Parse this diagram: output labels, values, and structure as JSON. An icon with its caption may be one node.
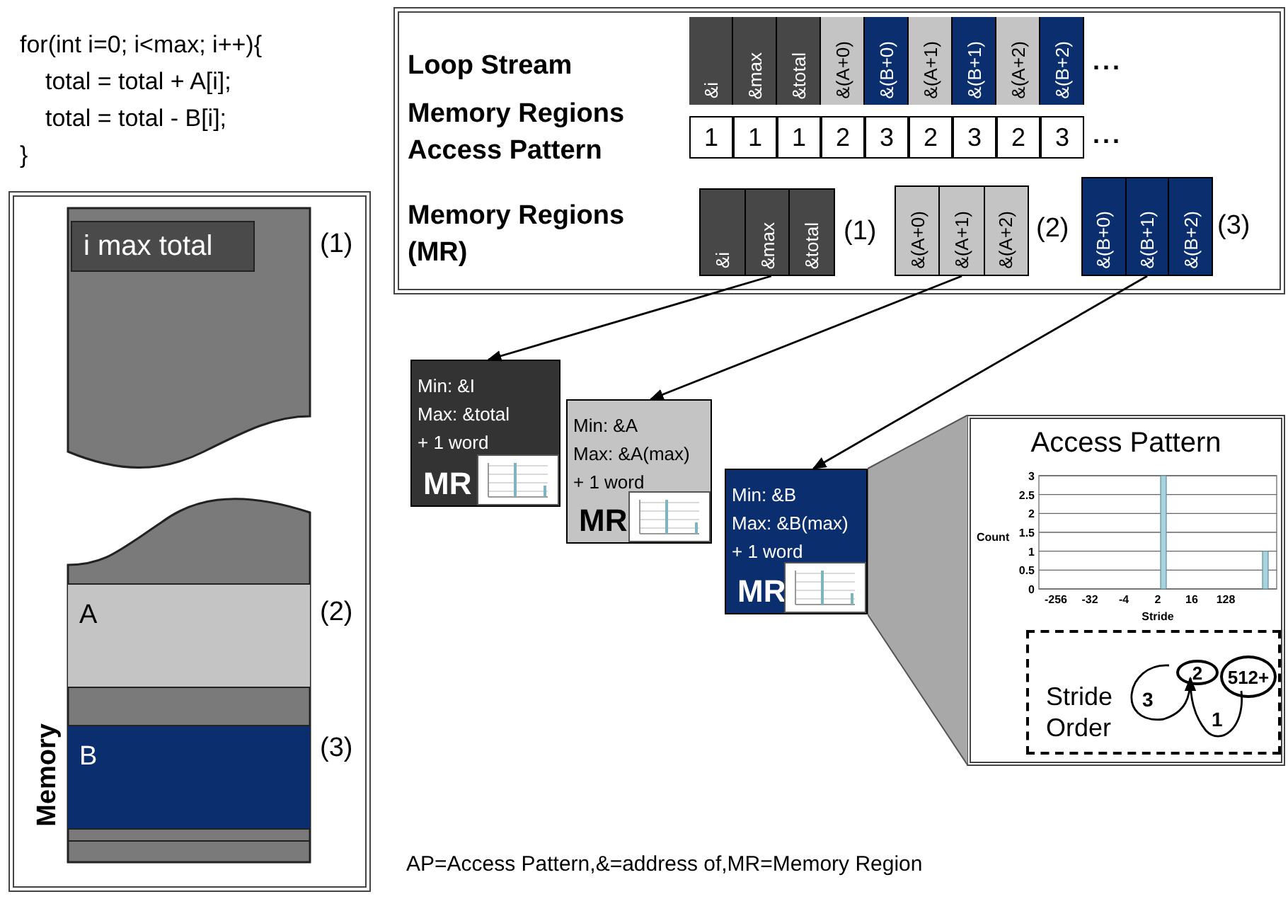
{
  "diagram": {
    "caption": "AP=Access Pattern,&=address of,MR=Memory Region",
    "nodes": [
      {
        "text": [
          "Memory"
        ]
      },
      {
        "text": [
          "i max total"
        ],
        "in": 0,
        "beside": [
          "(1)"
        ]
      },
      {
        "text": [
          "A"
        ],
        "in": 0,
        "beside": [
          "(2)"
        ]
      },
      {
        "text": [
          "B"
        ],
        "in": 0,
        "beside": [
          "(3)"
        ]
      },
      {
        "text": [
          "&i",
          "&max",
          "&total"
        ],
        "beside": [
          "(1)"
        ]
      },
      {
        "text": [
          "&(A+0)",
          "&(A+1)",
          "&(A+2)"
        ],
        "beside": [
          "(2)"
        ]
      },
      {
        "text": [
          "&(B+0)",
          "&(B+1)",
          "&(B+2)"
        ],
        "beside": [
          "(3)"
        ]
      },
      {
        "text": [
          "Min: &I",
          "Max: &total",
          "+ 1 word",
          "MR"
        ]
      },
      {
        "text": [
          "Min: &A",
          "Max: &A(max)",
          "+ 1 word",
          "MR"
        ]
      },
      {
        "text": [
          "Min: &B",
          "Max: &B(max)",
          "+ 1 word",
          "MR"
        ]
      },
      {
        "text": [
          "Access Pattern"
        ]
      },
      {
        "text": [
          "Stride Order"
        ],
        "in": 10
      },
      {
        "text": [
          "2"
        ],
        "in": 11
      },
      {
        "text": [
          "512+"
        ],
        "in": 11
      },
      {
        "text": [],
        "shape": "trapezoid"
      }
    ],
    "edges": [
      {
        "from": 4,
        "to": 7,
        "arrow": "to"
      },
      {
        "from": 5,
        "to": 8,
        "arrow": "to"
      },
      {
        "from": 6,
        "to": 9,
        "arrow": "to"
      },
      {
        "from": 12,
        "to": 12,
        "arrow": "to",
        "label": "3"
      },
      {
        "from": 13,
        "to": 12,
        "arrow": "to",
        "label": "1"
      }
    ],
    "labels": [
      "for(int i=0; i<max; i++){",
      "total = total + A[i];",
      "total = total - B[i];",
      "}",
      "Loop Stream",
      "Memory Regions Access Pattern",
      "Memory Regions (MR)",
      "&i",
      "&max",
      "&total",
      "&(A+0)",
      "&(B+0)",
      "&(A+1)",
      "&(B+1)",
      "&(A+2)",
      "&(B+2)",
      "...",
      "1",
      "1",
      "1",
      "2",
      "3",
      "2",
      "3",
      "2",
      "3",
      "..."
    ],
    "chart_data": {
      "type": "bar",
      "xlabel": "Stride",
      "ylabel": "Count",
      "categories": [
        "-256",
        "-32",
        "-4",
        "2",
        "16",
        "128",
        null
      ],
      "values": [
        0,
        0,
        0,
        3,
        0,
        0,
        1
      ],
      "ylim": [
        0,
        3
      ],
      "grid": true,
      "yticks": [
        0,
        0.5,
        1,
        1.5,
        2,
        2.5,
        3
      ]
    }
  }
}
